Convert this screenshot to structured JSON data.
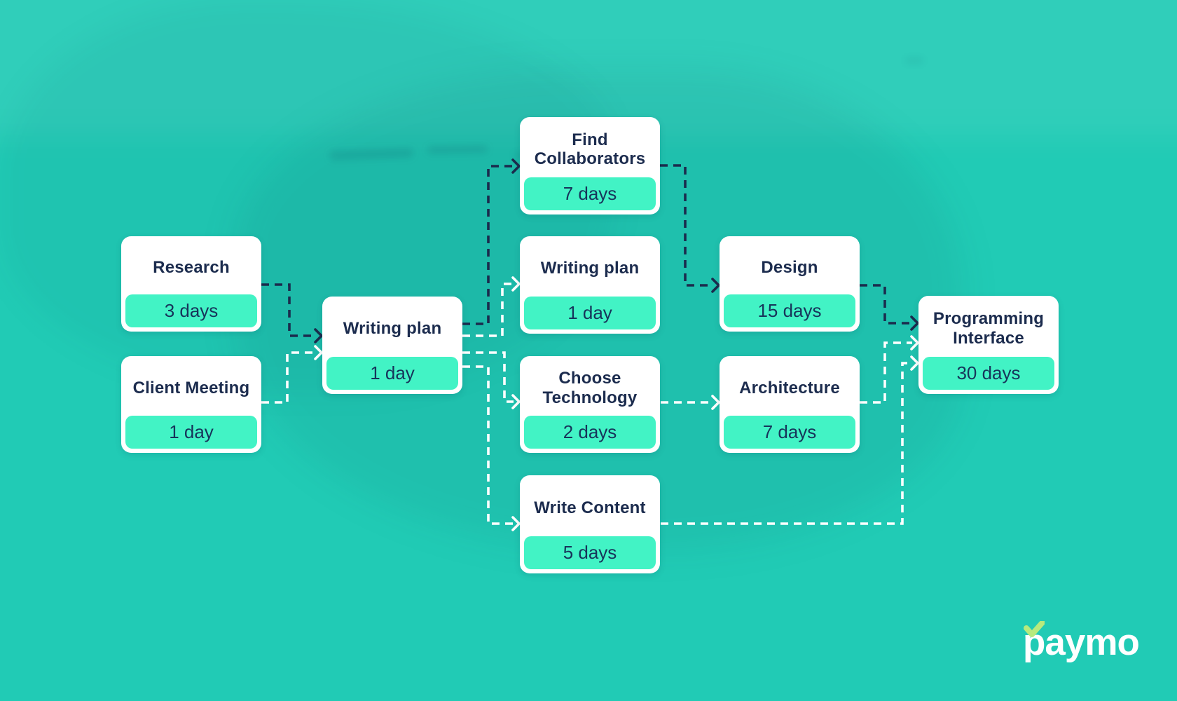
{
  "page": {
    "description": "Project task dependency flowchart infographic",
    "background_color": "#21cbb5"
  },
  "colors": {
    "bg": "#21cbb5",
    "card_bg": "#ffffff",
    "title_color": "#1c2c4e",
    "badge_bg": "#42f3c5",
    "badge_text": "#17345a",
    "edge_dark": "#1b2b4d",
    "edge_light": "#ffffff",
    "logo_text": "#ffffff",
    "logo_check": "#b7ea7d"
  },
  "tasks": [
    {
      "id": "research",
      "title": "Research",
      "duration": "3 days"
    },
    {
      "id": "client-meeting",
      "title": "Client Meeting",
      "duration": "1 day"
    },
    {
      "id": "writing-plan",
      "title": "Writing plan",
      "duration": "1 day"
    },
    {
      "id": "find-collaborators",
      "title": "Find Collaborators",
      "duration": "7 days"
    },
    {
      "id": "writing-plan-2",
      "title": "Writing plan",
      "duration": "1 day"
    },
    {
      "id": "choose-technology",
      "title": "Choose Technology",
      "duration": "2 days"
    },
    {
      "id": "write-content",
      "title": "Write Content",
      "duration": "5 days"
    },
    {
      "id": "design",
      "title": "Design",
      "duration": "15 days"
    },
    {
      "id": "architecture",
      "title": "Architecture",
      "duration": "7 days"
    },
    {
      "id": "programming-interface",
      "title": "Programming Interface",
      "duration": "30 days"
    }
  ],
  "connections": [
    {
      "from": "research",
      "to": "writing-plan",
      "style": "dark"
    },
    {
      "from": "client-meeting",
      "to": "writing-plan",
      "style": "light"
    },
    {
      "from": "writing-plan",
      "to": "find-collaborators",
      "style": "dark"
    },
    {
      "from": "writing-plan",
      "to": "writing-plan-2",
      "style": "light"
    },
    {
      "from": "writing-plan",
      "to": "choose-technology",
      "style": "light"
    },
    {
      "from": "writing-plan",
      "to": "write-content",
      "style": "light"
    },
    {
      "from": "find-collaborators",
      "to": "design",
      "style": "dark"
    },
    {
      "from": "choose-technology",
      "to": "architecture",
      "style": "light"
    },
    {
      "from": "design",
      "to": "programming-interface",
      "style": "dark"
    },
    {
      "from": "architecture",
      "to": "programming-interface",
      "style": "light"
    },
    {
      "from": "write-content",
      "to": "programming-interface",
      "style": "light"
    }
  ],
  "logo": {
    "text": "paymo"
  }
}
